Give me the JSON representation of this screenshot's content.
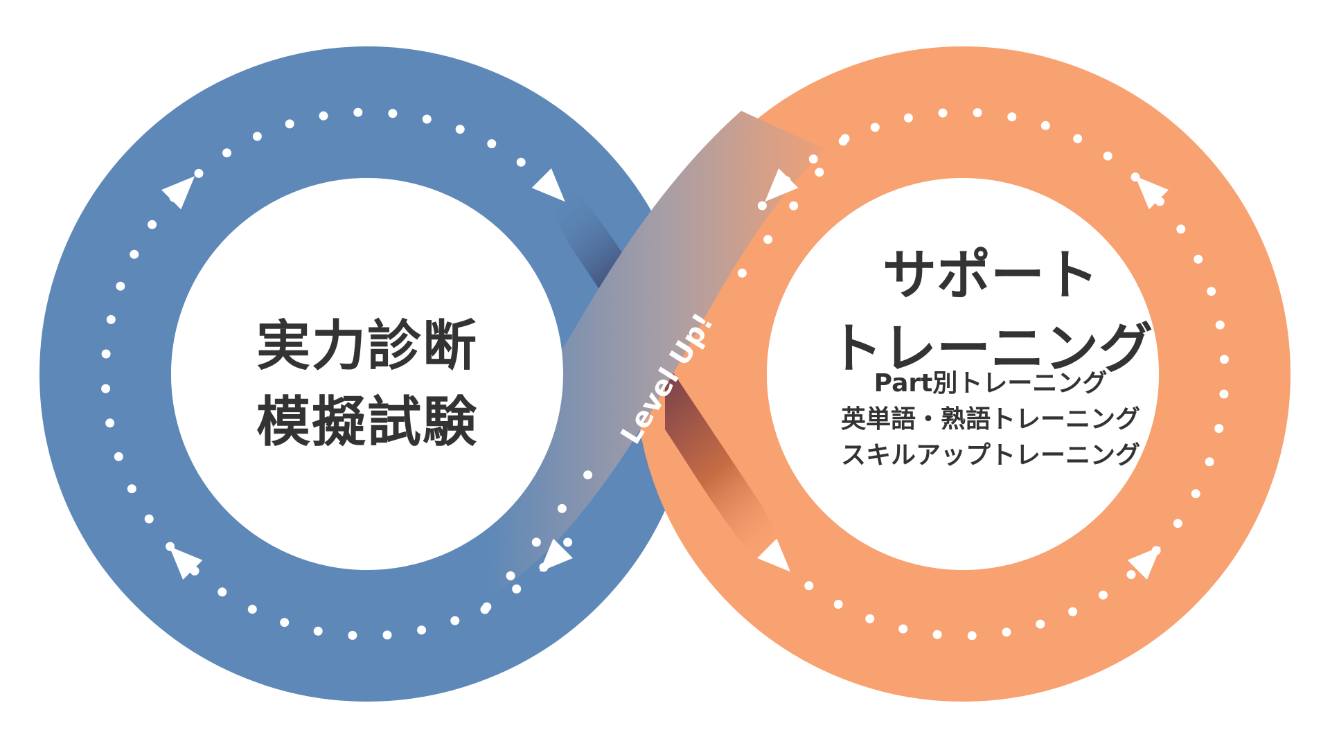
{
  "left_circle": {
    "title_lines": [
      "実力診断",
      "模擬試験"
    ],
    "color": "#5d88b8"
  },
  "right_circle": {
    "title_lines": [
      "サポート",
      "トレーニング"
    ],
    "items": [
      "Part別トレーニング",
      "英単語・熟語トレーニング",
      "スキルアップトレーニング"
    ],
    "color": "#f8a171"
  },
  "crossing": {
    "text": "Level Up!"
  },
  "colors": {
    "text": "#333333",
    "dots": "#ffffff",
    "crossing_dark_blue": "#3f4a73",
    "crossing_dark_orange": "#b95d3c",
    "crossing_mid": "#a8a2ad"
  }
}
